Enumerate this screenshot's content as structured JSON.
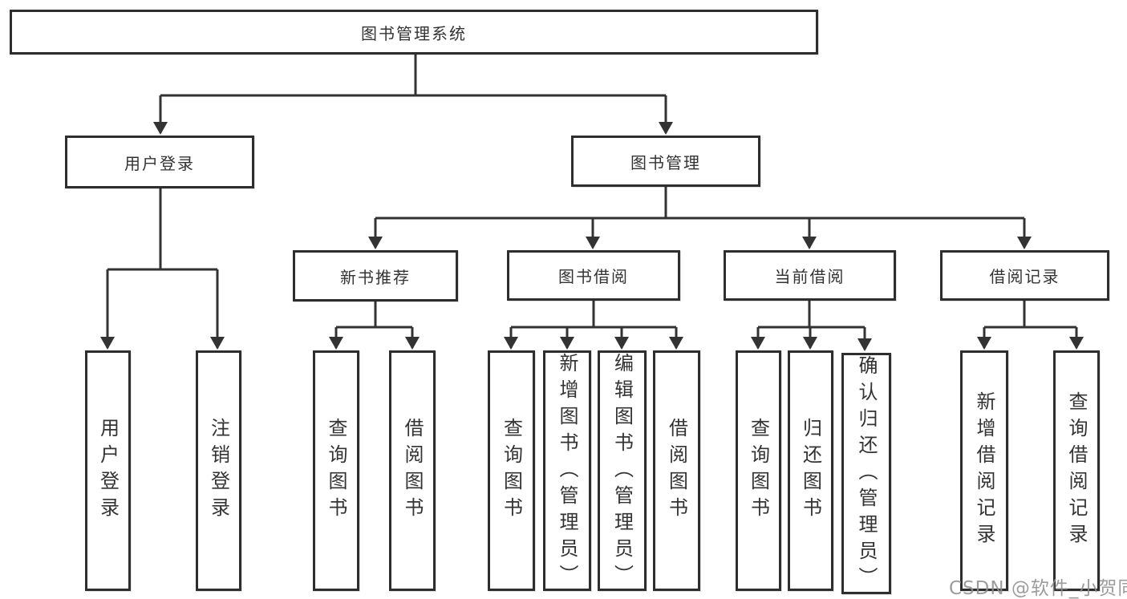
{
  "nodes": {
    "root": {
      "label": "图书管理系统"
    },
    "user_login": {
      "label": "用户登录"
    },
    "book_mgmt": {
      "label": "图书管理"
    },
    "new_book_rec": {
      "label": "新书推荐"
    },
    "book_borrow": {
      "label": "图书借阅"
    },
    "current_borrow": {
      "label": "当前借阅"
    },
    "borrow_record": {
      "label": "借阅记录"
    },
    "ul_login": {
      "label": "用户登录"
    },
    "ul_logout": {
      "label": "注销登录"
    },
    "nb_query": {
      "label": "查询图书"
    },
    "nb_borrow": {
      "label": "借阅图书"
    },
    "bb_query": {
      "label": "查询图书"
    },
    "bb_add": {
      "label": "新增图书（管理员）"
    },
    "bb_edit": {
      "label": "编辑图书（管理员）"
    },
    "bb_borrow": {
      "label": "借阅图书"
    },
    "cb_query": {
      "label": "查询图书"
    },
    "cb_return": {
      "label": "归还图书"
    },
    "cb_confirm": {
      "label": "确认归还（管理员）"
    },
    "br_add": {
      "label": "新增借阅记录"
    },
    "br_query": {
      "label": "查询借阅记录"
    }
  },
  "hierarchy": {
    "图书管理系统": {
      "用户登录": [
        "用户登录",
        "注销登录"
      ],
      "图书管理": {
        "新书推荐": [
          "查询图书",
          "借阅图书"
        ],
        "图书借阅": [
          "查询图书",
          "新增图书（管理员）",
          "编辑图书（管理员）",
          "借阅图书"
        ],
        "当前借阅": [
          "查询图书",
          "归还图书",
          "确认归还（管理员）"
        ],
        "借阅记录": [
          "新增借阅记录",
          "查询借阅记录"
        ]
      }
    }
  },
  "watermark": {
    "text": "CSDN @软件_小贺同学"
  },
  "colors": {
    "line": "#333333",
    "border": "#2e2e2e",
    "text": "#333333",
    "background": "#ffffff",
    "watermark": "#8f8f8f"
  }
}
